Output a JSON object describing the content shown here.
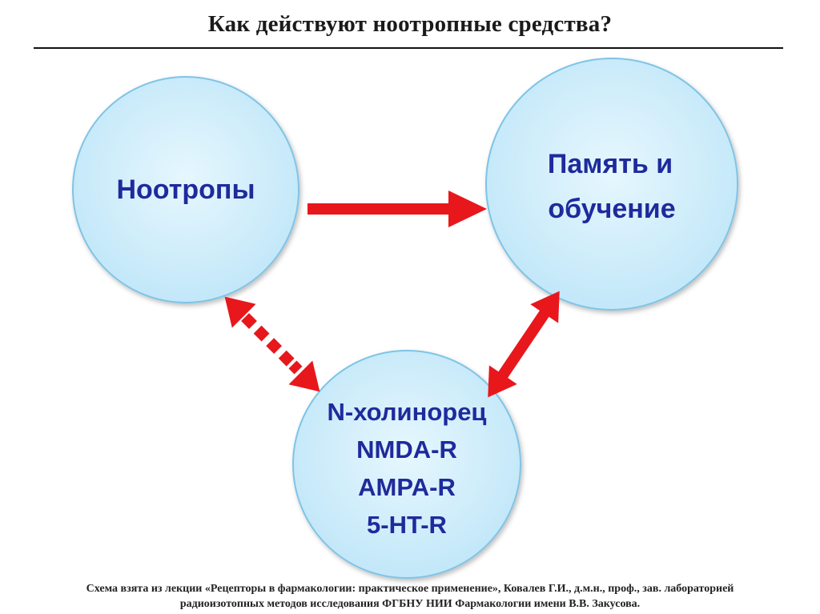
{
  "title": "Как действуют ноотропные средства?",
  "nodes": {
    "nootropics": {
      "lines": [
        "Ноотропы"
      ]
    },
    "memory": {
      "lines": [
        "Память и",
        "обучение"
      ]
    },
    "receptors": {
      "lines": [
        "N-холинорец",
        "NMDA-R",
        "AMPA-R",
        "5-HT-R"
      ]
    }
  },
  "edges": [
    {
      "from": "nootropics",
      "to": "memory",
      "style": "solid",
      "direction": "one-way"
    },
    {
      "from": "nootropics",
      "to": "receptors",
      "style": "dashed",
      "direction": "two-way"
    },
    {
      "from": "receptors",
      "to": "memory",
      "style": "solid",
      "direction": "two-way"
    }
  ],
  "colors": {
    "circle_fill": "#cdeefc",
    "circle_stroke": "#7fc4e6",
    "node_text": "#1f2a9c",
    "arrow": "#e8171c",
    "title": "#1a1a1a"
  },
  "footer": {
    "line1": "Схема взята из лекции «Рецепторы в фармакологии: практическое применение», Ковалев Г.И., д.м.н., проф., зав. лабораторией",
    "line2": "радиоизотопных методов исследования ФГБНУ НИИ Фармакологии имени В.В. Закусова."
  }
}
